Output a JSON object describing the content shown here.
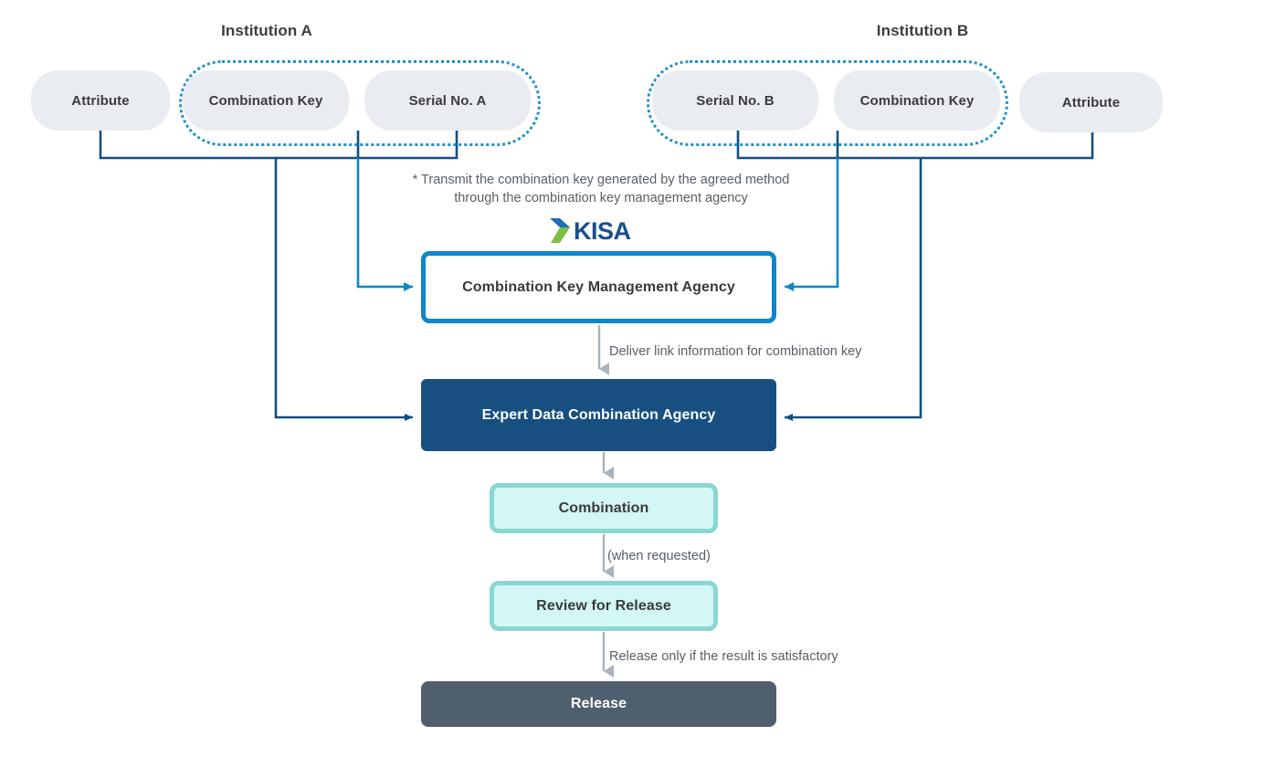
{
  "diagram": {
    "title_left": "Institution A",
    "title_right": "Institution B",
    "institution_a": {
      "items": [
        {
          "label": "Attribute",
          "grouped": false
        },
        {
          "label": "Combination Key",
          "grouped": true
        },
        {
          "label": "Serial No. A",
          "grouped": true
        }
      ]
    },
    "institution_b": {
      "items": [
        {
          "label": "Serial No. B",
          "grouped": true
        },
        {
          "label": "Combination Key",
          "grouped": true
        },
        {
          "label": "Attribute",
          "grouped": false
        }
      ]
    },
    "notes": {
      "transmit": "* Transmit the combination key generated by the agreed method\nthrough the combination key management agency",
      "deliver_link": "Deliver link information for combination key",
      "when_requested": "(when requested)",
      "release_condition": "Release only if the result is satisfactory"
    },
    "logo": {
      "name": "kisa-logo",
      "wordmark": "KISA",
      "chevron_top_color": "#1e6fb8",
      "chevron_bottom_color": "#7ac143",
      "wordmark_color": "#1a4f8a"
    },
    "boxes": {
      "key_agency": "Combination Key Management Agency",
      "expert_agency": "Expert Data Combination Agency",
      "combination": "Combination",
      "review": "Review for Release",
      "release": "Release"
    },
    "colors": {
      "pill_fill": "#e9ecf1",
      "dotted_outline": "#1f90d2",
      "navy_line": "#114f82",
      "blue_line": "#0d87cb",
      "gray_arrow": "#a9b3bb",
      "navy_box": "#174f81",
      "mint_fill": "#d2f7f4",
      "mint_border": "#8ad7d2",
      "slate_box": "#505f6d",
      "text_dark": "#3a3a3a",
      "text_note": "#585f66"
    }
  }
}
